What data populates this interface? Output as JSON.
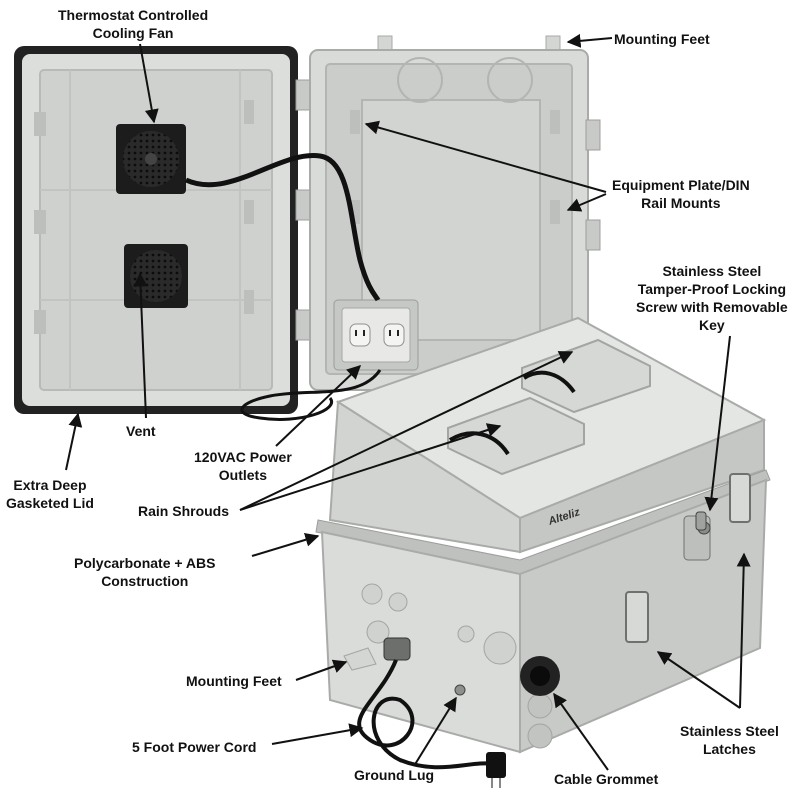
{
  "brand_logo": "Alteliz",
  "colors": {
    "enclosure": "#d9dbd8",
    "enclosure_shadow": "#b9bbb8",
    "fan": "#1c1c1c",
    "cord": "#111111",
    "label_text": "#111111"
  },
  "callouts": {
    "fan": {
      "line1": "Thermostat Controlled",
      "line2": "Cooling Fan"
    },
    "mounting_feet_top": {
      "line1": "Mounting Feet"
    },
    "equipment_plate": {
      "line1": "Equipment Plate/DIN",
      "line2": "Rail Mounts"
    },
    "locking_screw": {
      "line1": "Stainless Steel",
      "line2": "Tamper-Proof Locking",
      "line3": "Screw with Removable",
      "line4": "Key"
    },
    "vent": {
      "line1": "Vent"
    },
    "outlets": {
      "line1": "120VAC Power",
      "line2": "Outlets"
    },
    "lid": {
      "line1": "Extra Deep",
      "line2": "Gasketed Lid"
    },
    "rain_shrouds": {
      "line1": "Rain Shrouds"
    },
    "construction": {
      "line1": "Polycarbonate + ABS",
      "line2": "Construction"
    },
    "mounting_feet_bottom": {
      "line1": "Mounting Feet"
    },
    "power_cord": {
      "line1": "5 Foot Power Cord"
    },
    "ground_lug": {
      "line1": "Ground Lug"
    },
    "cable_grommet": {
      "line1": "Cable Grommet"
    },
    "latches": {
      "line1": "Stainless Steel",
      "line2": "Latches"
    }
  }
}
